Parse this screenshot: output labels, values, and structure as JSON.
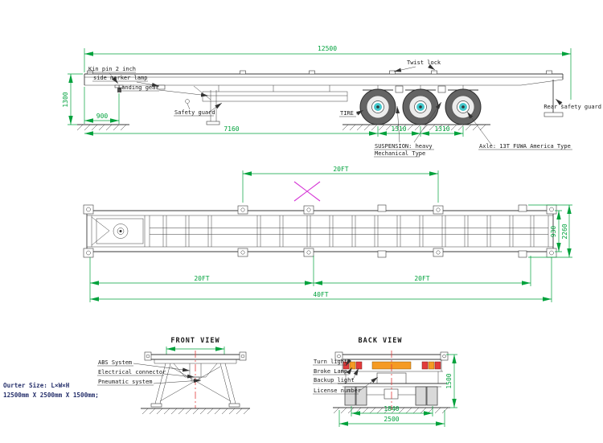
{
  "meta": {
    "type": "technical-drawing",
    "subject": "40ft tri-axle skeletal container semi-trailer"
  },
  "colors": {
    "dimension_green": "#00a23c",
    "line_dark": "#3a3a3a",
    "centerline_red": "#e23b3b",
    "highlight_magenta": "#d535d5",
    "hub_cyan": "#45c8cc",
    "lamp_orange": "#f59a23",
    "lamp_red": "#e23b3b",
    "footer_navy": "#26306b"
  },
  "side_view": {
    "labels": {
      "twist_lock": "Twist lock",
      "kin_pin": "Kin pin 2 inch",
      "side_marker_lamp": "side marker lamp",
      "landing_gear": "Landing gear",
      "safety_guard": "Safety guard",
      "tire": "TIRE",
      "rear_safety_guard": "Rear safety guard",
      "suspension_line1": "SUSPENSION: heavy",
      "suspension_line2": "Mechanical Type",
      "axle": "Axle: 13T FUWA America Type"
    },
    "dims": {
      "overall_length": "12500",
      "front_height": "1300",
      "kingpin_offset": "900",
      "kingpin_to_first_axle": "7160",
      "axle_spacing_1": "1310",
      "axle_spacing_2": "1310"
    }
  },
  "plan_view": {
    "dims": {
      "front_container": "20FT",
      "rail_spacing": "930",
      "overall_width": "2260",
      "rear_container_1": "20FT",
      "rear_container_2": "20FT",
      "overall_length": "40FT"
    }
  },
  "front_view": {
    "title": "FRONT VIEW",
    "labels": {
      "abs": "ABS System",
      "electrical": "Electrical connector",
      "pneumatic": "Pneumatic system"
    }
  },
  "back_view": {
    "title": "BACK VIEW",
    "labels": {
      "turn": "Turn light",
      "brake": "Broke Lamp",
      "backup": "Backup light",
      "license": "License number"
    },
    "dims": {
      "height": "1500",
      "inner_width": "1840",
      "overall_width": "2500"
    }
  },
  "footer": {
    "line1": "Ourter Size: L×W×H",
    "line2": "12500mm X 2500mm X 1500mm;"
  }
}
